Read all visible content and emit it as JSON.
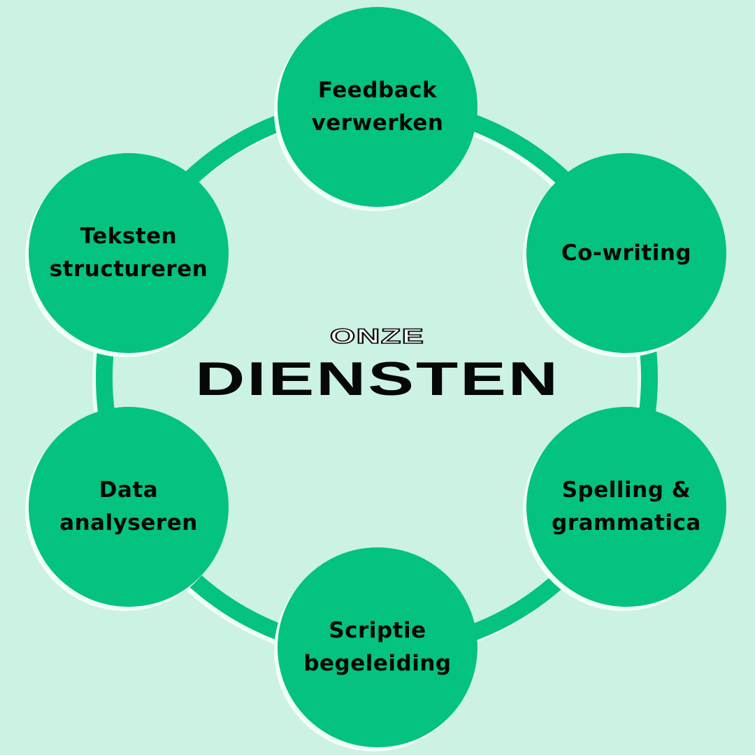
{
  "colors": {
    "background": "#CBF2E3",
    "circle_fill": "#04C37F",
    "shadow": "#F0FFF8",
    "text": "#050807"
  },
  "title": {
    "small": "ONZE",
    "large": "DIENSTEN"
  },
  "services": [
    {
      "label": "Feedback\nverwerken",
      "position": "top"
    },
    {
      "label": "Co-writing",
      "position": "upper-right"
    },
    {
      "label": "Spelling &\ngrammatica",
      "position": "lower-right"
    },
    {
      "label": "Scriptie\nbegeleiding",
      "position": "bottom"
    },
    {
      "label": "Data\nanalyseren",
      "position": "lower-left"
    },
    {
      "label": "Teksten\nstructureren",
      "position": "upper-left"
    }
  ]
}
